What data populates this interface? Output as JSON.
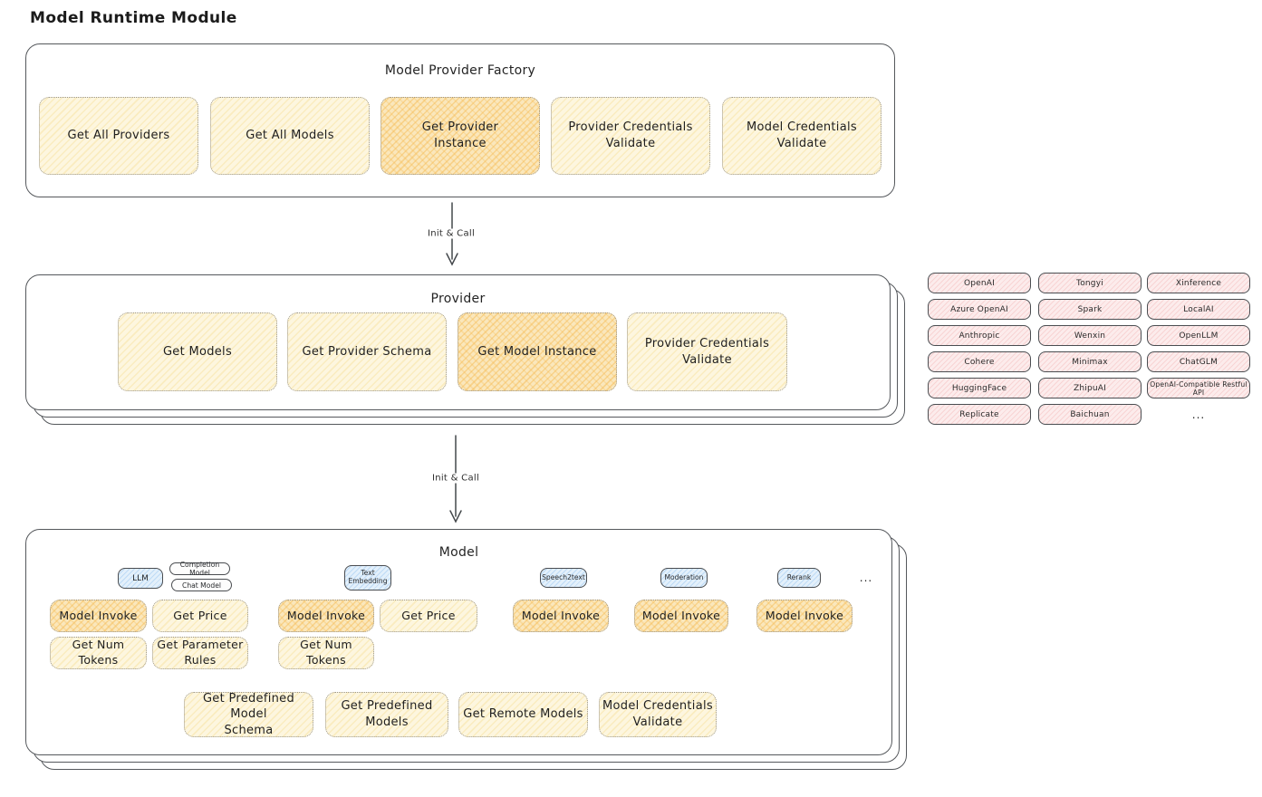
{
  "title": "Model Runtime Module",
  "colors": {
    "yellow_fill": "#FDF6DF",
    "orange_highlight_fill": "#FAE7BC",
    "pink_fill": "#FCECEC",
    "blue_fill": "#E3F0FB",
    "stroke": "#55585C"
  },
  "arrows": {
    "factory_to_provider": "Init & Call",
    "provider_to_model": "Init & Call"
  },
  "factory": {
    "title": "Model Provider Factory",
    "boxes": [
      "Get All Providers",
      "Get All Models",
      "Get Provider\nInstance",
      "Provider Credentials\nValidate",
      "Model Credentials\nValidate"
    ]
  },
  "provider": {
    "title": "Provider",
    "boxes": [
      "Get Models",
      "Get Provider Schema",
      "Get Model Instance",
      "Provider Credentials\nValidate"
    ]
  },
  "vendors": {
    "cells": [
      "OpenAI",
      "Tongyi",
      "Xinference",
      "Azure OpenAI",
      "Spark",
      "LocalAI",
      "Anthropic",
      "Wenxin",
      "OpenLLM",
      "Cohere",
      "Minimax",
      "ChatGLM",
      "HuggingFace",
      "ZhipuAI",
      "OpenAI-Compatible Restful API",
      "Replicate",
      "Baichuan",
      "..."
    ]
  },
  "model": {
    "title": "Model",
    "tags": {
      "llm": "LLM",
      "completion": "Completion Model",
      "chat": "Chat Model",
      "embedding": "Text\nEmbedding",
      "speech": "Speech2text",
      "moderation": "Moderation",
      "rerank": "Rerank",
      "more": "..."
    },
    "functions": {
      "invoke": "Model Invoke",
      "price": "Get Price",
      "tokens": "Get Num Tokens",
      "params": "Get Parameter\nRules",
      "predefined_schema": "Get Predefined Model\nSchema",
      "predefined_models": "Get Predefined\nModels",
      "remote": "Get Remote Models",
      "credentials": "Model Credentials\nValidate"
    }
  }
}
